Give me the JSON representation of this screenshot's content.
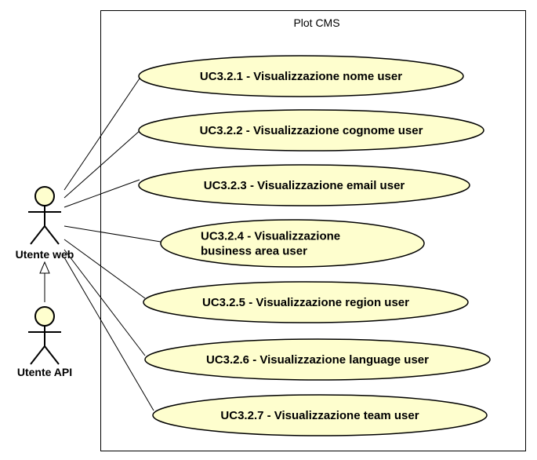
{
  "diagram": {
    "type": "use-case",
    "system": {
      "name": "Plot CMS"
    },
    "actors": [
      {
        "id": "web",
        "name": "Utente web"
      },
      {
        "id": "api",
        "name": "Utente API"
      }
    ],
    "generalizations": [
      {
        "child": "api",
        "parent": "web"
      }
    ],
    "use_cases": [
      {
        "id": "uc1",
        "lines": [
          "UC3.2.1 - Visualizzazione nome user"
        ]
      },
      {
        "id": "uc2",
        "lines": [
          "UC3.2.2 - Visualizzazione cognome user"
        ]
      },
      {
        "id": "uc3",
        "lines": [
          "UC3.2.3 - Visualizzazione email user"
        ]
      },
      {
        "id": "uc4",
        "lines": [
          "UC3.2.4 - Visualizzazione",
          "business area user"
        ]
      },
      {
        "id": "uc5",
        "lines": [
          "UC3.2.5 - Visualizzazione region user"
        ]
      },
      {
        "id": "uc6",
        "lines": [
          "UC3.2.6 - Visualizzazione language user"
        ]
      },
      {
        "id": "uc7",
        "lines": [
          "UC3.2.7 - Visualizzazione team user"
        ]
      }
    ],
    "associations": [
      {
        "actor": "web",
        "use_case": "uc1"
      },
      {
        "actor": "web",
        "use_case": "uc2"
      },
      {
        "actor": "web",
        "use_case": "uc3"
      },
      {
        "actor": "web",
        "use_case": "uc4"
      },
      {
        "actor": "web",
        "use_case": "uc5"
      },
      {
        "actor": "web",
        "use_case": "uc6"
      },
      {
        "actor": "web",
        "use_case": "uc7"
      }
    ],
    "colors": {
      "use_case_fill": "#fefece",
      "stroke": "#000000",
      "actor_fill": "#fefece"
    }
  }
}
